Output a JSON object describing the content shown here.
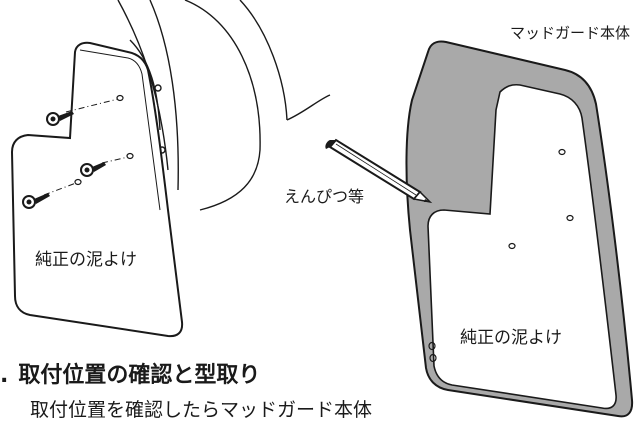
{
  "labels": {
    "product_name": "マッドガード本体",
    "pencil": "えんぴつ等",
    "original_flap_left": "純正の泥よけ",
    "original_flap_right": "純正の泥よけ"
  },
  "step": {
    "bullet": ".",
    "title": "取付位置の確認と型取り",
    "body": "取付位置を確認したらマッドガード本体"
  },
  "colors": {
    "line": "#1a1a1a",
    "mudguard_fill": "#a9a9a9",
    "flap_fill": "#ffffff"
  },
  "icons": [
    "screw-icon",
    "pencil-icon"
  ]
}
